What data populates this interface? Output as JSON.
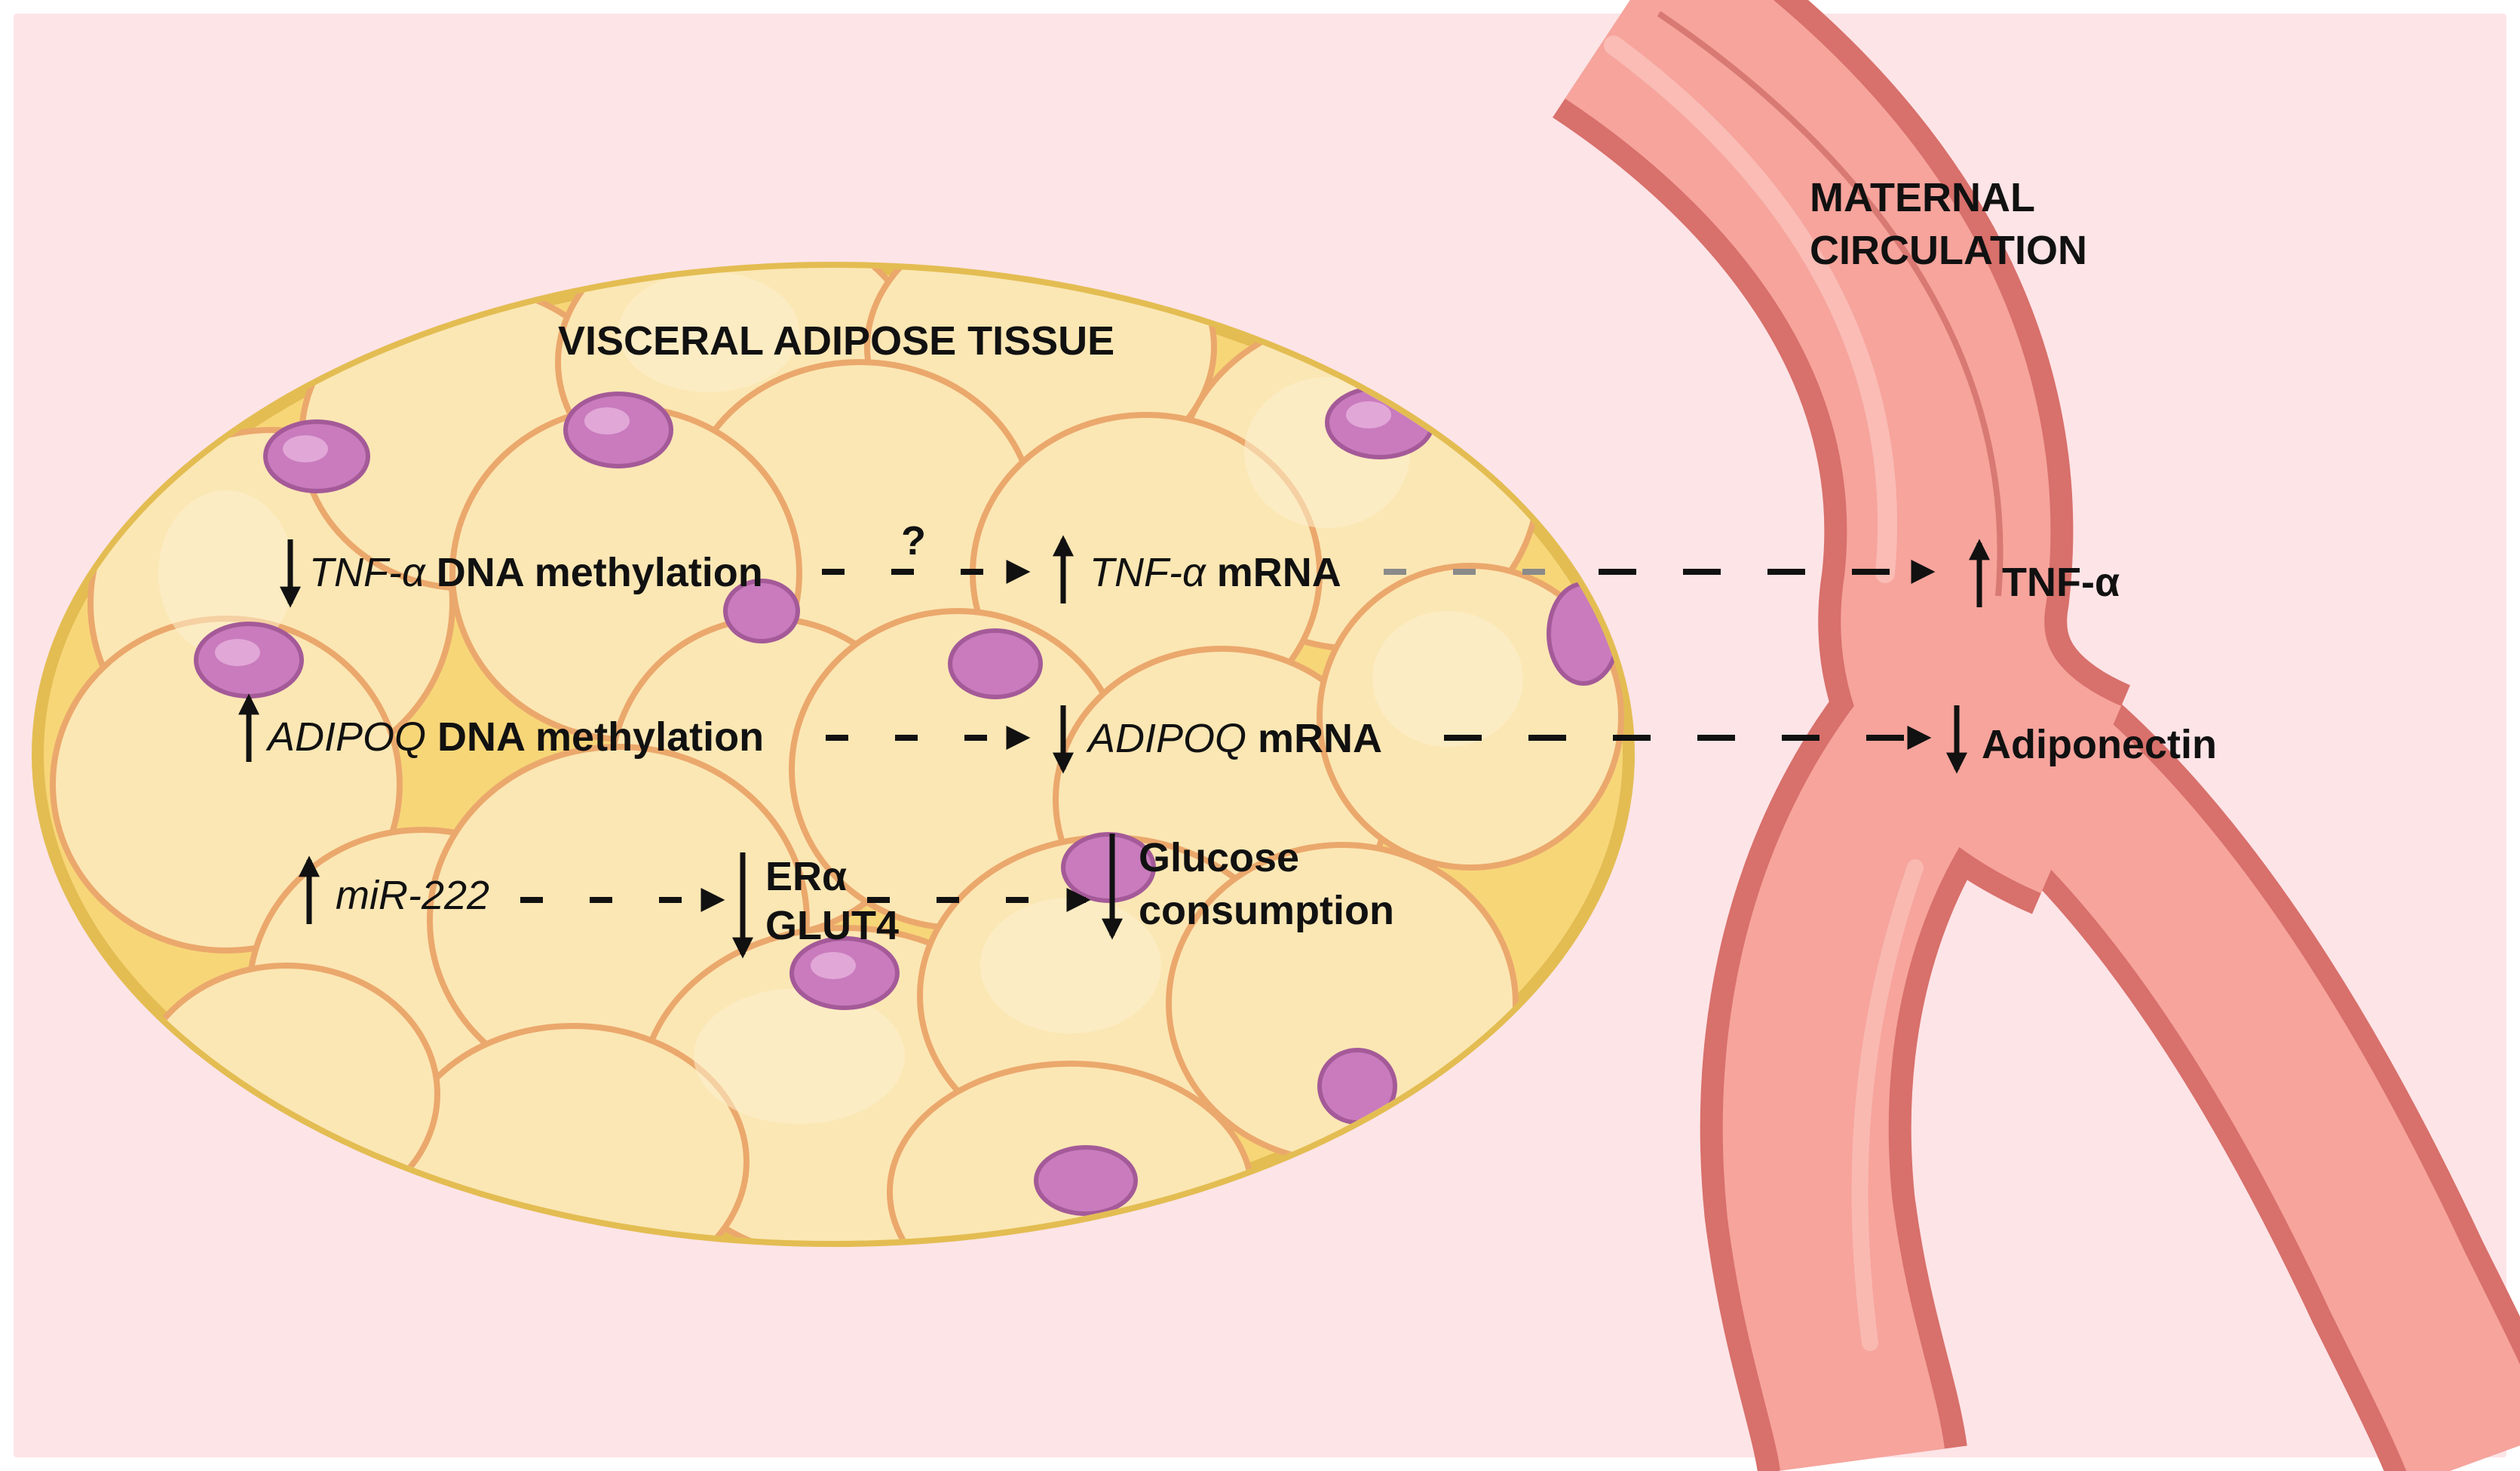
{
  "labels": {
    "tissue_title": "VISCERAL ADIPOSE TISSUE",
    "circulation_line1": "MATERNAL",
    "circulation_line2": "CIRCULATION",
    "question_mark": "?"
  },
  "rows": {
    "tnf": {
      "source_gene": "TNF-α",
      "source_text": " DNA methylation",
      "target_gene": "TNF-α",
      "target_text": " mRNA",
      "circulating": "TNF-α"
    },
    "adipoq": {
      "source_gene": "ADIPOQ",
      "source_text": " DNA methylation",
      "target_gene": "ADIPOQ",
      "target_text": " mRNA",
      "circulating": "Adiponectin"
    },
    "mir": {
      "source_gene": "miR-222",
      "target_line1": "ERα",
      "target_line2": "GLUT4",
      "effect_line1": "Glucose",
      "effect_line2": "consumption"
    }
  },
  "colors": {
    "background": "#fde4e7",
    "tissue_fill": "#f7d678",
    "tissue_border": "#e3bd52",
    "cell_fill": "#fbe7b4",
    "cell_border": "#eba86c",
    "nucleus": "#c97bbd",
    "vessel_outer": "#d8706b",
    "vessel_inner": "#f6a49c",
    "arrow": "#111111",
    "arrow_faded": "#8a8a8a"
  }
}
